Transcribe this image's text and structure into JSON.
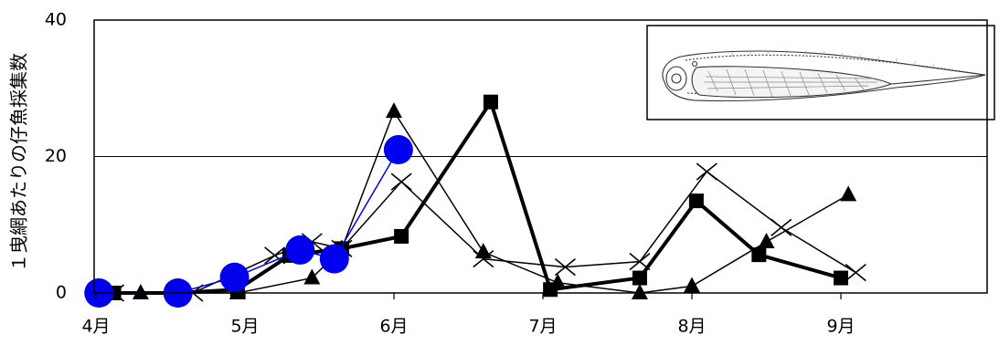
{
  "chart_data": {
    "type": "line",
    "title": "",
    "xlabel": "",
    "ylabel": "１曳網あたりの仔魚採集数",
    "x_ticks": [
      {
        "label": "4月",
        "x": 0
      },
      {
        "label": "5月",
        "x": 1
      },
      {
        "label": "6月",
        "x": 2
      },
      {
        "label": "7月",
        "x": 3
      },
      {
        "label": "8月",
        "x": 4
      },
      {
        "label": "9月",
        "x": 5
      }
    ],
    "xlim": [
      0,
      6.0
    ],
    "ylim": [
      0,
      40
    ],
    "y_ticks": [
      {
        "label": "0",
        "value": 0
      },
      {
        "label": "20",
        "value": 20
      },
      {
        "label": "40",
        "value": 40
      }
    ],
    "grid": "horizontal at 20",
    "legend": "none",
    "inset": "fish larva illustration (top-right)",
    "series": [
      {
        "marker": "filled-square",
        "color": "#000000",
        "line_weight": "thick",
        "points": [
          {
            "x": 0.12,
            "y": 0
          },
          {
            "x": 0.55,
            "y": 0
          },
          {
            "x": 0.95,
            "y": 0.5
          },
          {
            "x": 1.3,
            "y": 5.5
          },
          {
            "x": 1.65,
            "y": 6.5
          },
          {
            "x": 2.05,
            "y": 8.3
          },
          {
            "x": 2.65,
            "y": 28.0
          },
          {
            "x": 3.05,
            "y": 0.5
          },
          {
            "x": 3.65,
            "y": 2.2
          },
          {
            "x": 4.03,
            "y": 13.5
          },
          {
            "x": 4.45,
            "y": 5.6
          },
          {
            "x": 5.0,
            "y": 2.2
          }
        ]
      },
      {
        "marker": "filled-triangle",
        "color": "#000000",
        "line_weight": "thin",
        "points": [
          {
            "x": 0.3,
            "y": 0
          },
          {
            "x": 0.55,
            "y": 0
          },
          {
            "x": 0.95,
            "y": 0
          },
          {
            "x": 1.45,
            "y": 2.2
          },
          {
            "x": 1.65,
            "y": 6.5
          },
          {
            "x": 2.0,
            "y": 26.6
          },
          {
            "x": 2.6,
            "y": 6.0
          },
          {
            "x": 3.1,
            "y": 1.5
          },
          {
            "x": 3.65,
            "y": 0
          },
          {
            "x": 4.0,
            "y": 1.0
          },
          {
            "x": 4.5,
            "y": 7.5
          },
          {
            "x": 5.05,
            "y": 14.4
          }
        ]
      },
      {
        "marker": "cross",
        "color": "#000000",
        "line_weight": "thin",
        "points": [
          {
            "x": 0.12,
            "y": 0
          },
          {
            "x": 0.55,
            "y": 0
          },
          {
            "x": 0.65,
            "y": 0
          },
          {
            "x": 1.2,
            "y": 5.5
          },
          {
            "x": 1.45,
            "y": 7.5
          },
          {
            "x": 1.65,
            "y": 6.5
          },
          {
            "x": 2.05,
            "y": 16.3
          },
          {
            "x": 2.6,
            "y": 5.0
          },
          {
            "x": 3.15,
            "y": 3.8
          },
          {
            "x": 3.65,
            "y": 4.6
          },
          {
            "x": 4.1,
            "y": 17.8
          },
          {
            "x": 4.6,
            "y": 9.6
          },
          {
            "x": 5.1,
            "y": 3.0
          }
        ]
      },
      {
        "marker": "filled-circle",
        "color": "#0000ee",
        "line_weight": "thin",
        "points": [
          {
            "x": 0.02,
            "y": 0
          },
          {
            "x": 0.55,
            "y": 0
          },
          {
            "x": 0.93,
            "y": 2.3
          },
          {
            "x": 1.37,
            "y": 6.3
          },
          {
            "x": 1.6,
            "y": 5.0
          },
          {
            "x": 2.03,
            "y": 21.0
          }
        ]
      }
    ]
  }
}
